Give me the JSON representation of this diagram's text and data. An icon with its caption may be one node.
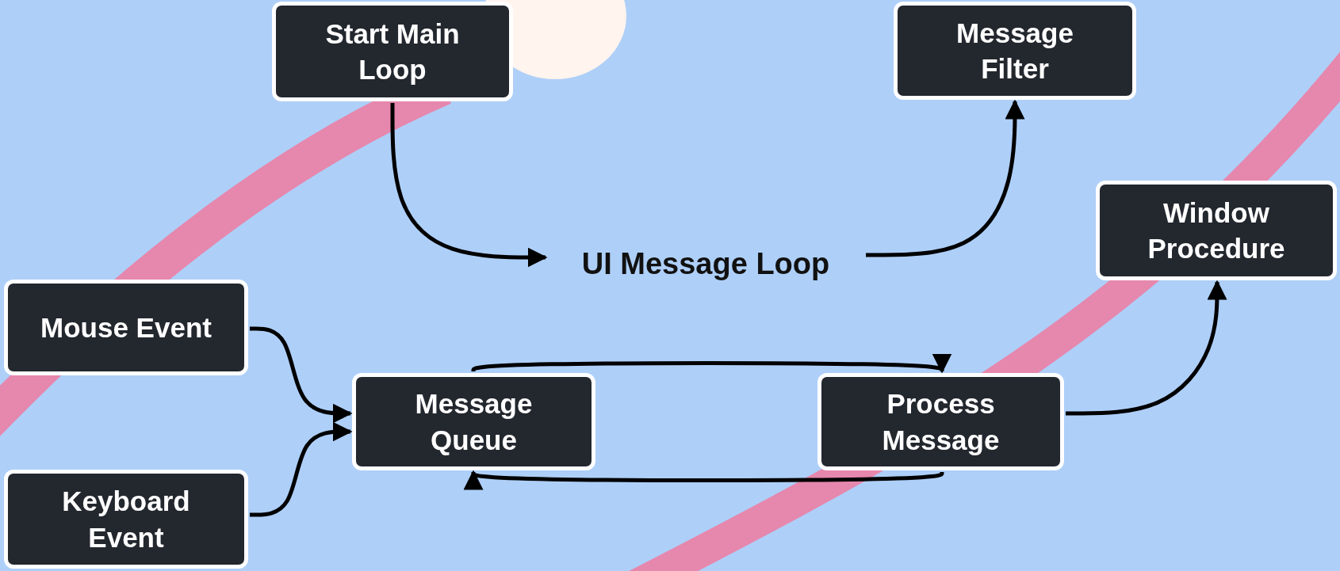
{
  "diagram": {
    "nodes": [
      {
        "text": [
          "Start Main Loop"
        ]
      },
      {
        "text": [
          "Message Filter"
        ]
      },
      {
        "text": [
          "Window Procedure"
        ]
      },
      {
        "text": [
          "UI Message Loop"
        ]
      },
      {
        "text": [
          "Mouse Event"
        ]
      },
      {
        "text": [
          "Message Queue"
        ]
      },
      {
        "text": [
          "Process Message"
        ]
      },
      {
        "text": [
          "Keyboard Event"
        ]
      }
    ],
    "edges": [
      {
        "from": 0,
        "to": 3,
        "arrow": "to"
      },
      {
        "from": 3,
        "to": 1,
        "arrow": "to"
      },
      {
        "from": 6,
        "to": 2,
        "arrow": "to"
      },
      {
        "from": 4,
        "to": 5,
        "arrow": "to"
      },
      {
        "from": 7,
        "to": 5,
        "arrow": "to"
      },
      {
        "from": 5,
        "to": 6,
        "arrow": "to"
      },
      {
        "from": 6,
        "to": 5,
        "arrow": "to"
      }
    ]
  }
}
